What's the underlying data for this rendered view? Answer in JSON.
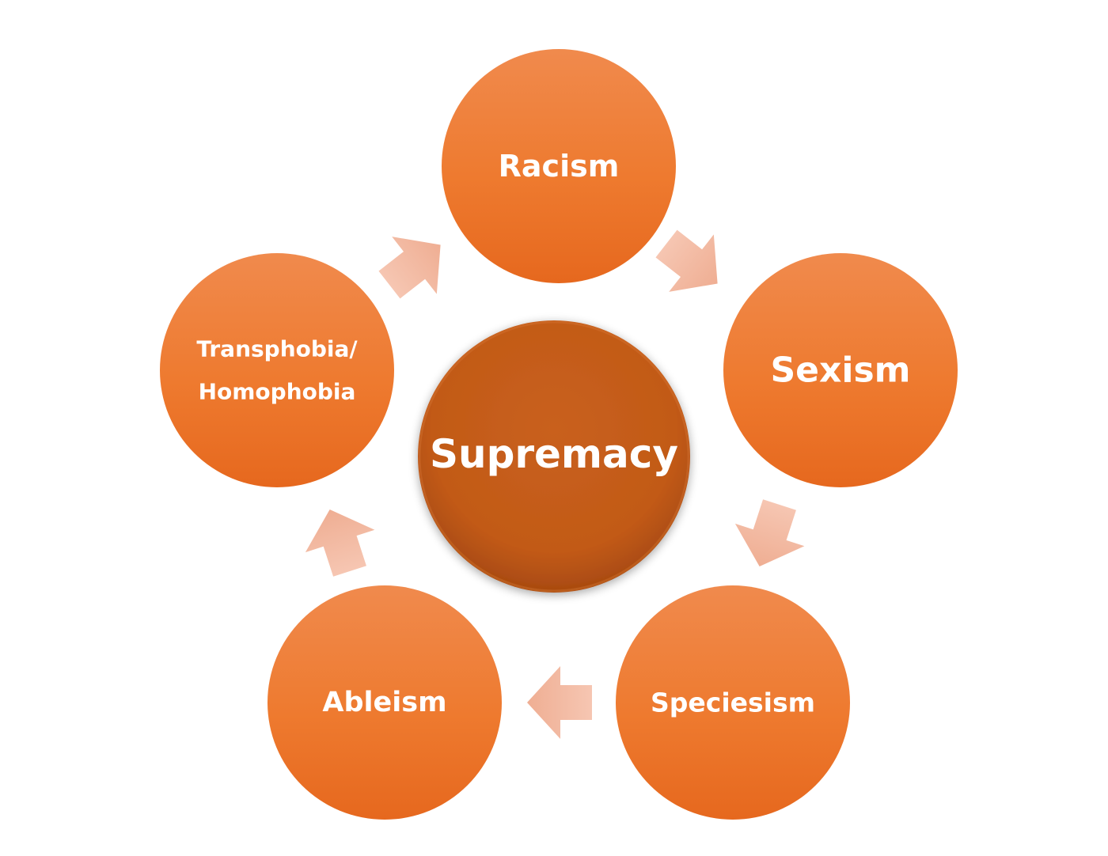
{
  "diagram": {
    "center": {
      "label": "Supremacy"
    },
    "nodes": [
      {
        "id": "racism",
        "label": "Racism"
      },
      {
        "id": "sexism",
        "label": "Sexism"
      },
      {
        "id": "speciesism",
        "label": "Speciesism"
      },
      {
        "id": "ableism",
        "label": "Ableism"
      },
      {
        "id": "transphobia",
        "label_line1": "Transphobia/",
        "label_line2": "Homophobia"
      }
    ],
    "cycle_order": [
      "racism",
      "sexism",
      "speciesism",
      "ableism",
      "transphobia"
    ],
    "colors": {
      "node_top": "#f0884a",
      "node_bottom": "#e8691f",
      "center_top": "#d2631c",
      "center_bottom": "#b84f14",
      "arrow": "#f2b8a0",
      "label": "#ffffff"
    }
  }
}
